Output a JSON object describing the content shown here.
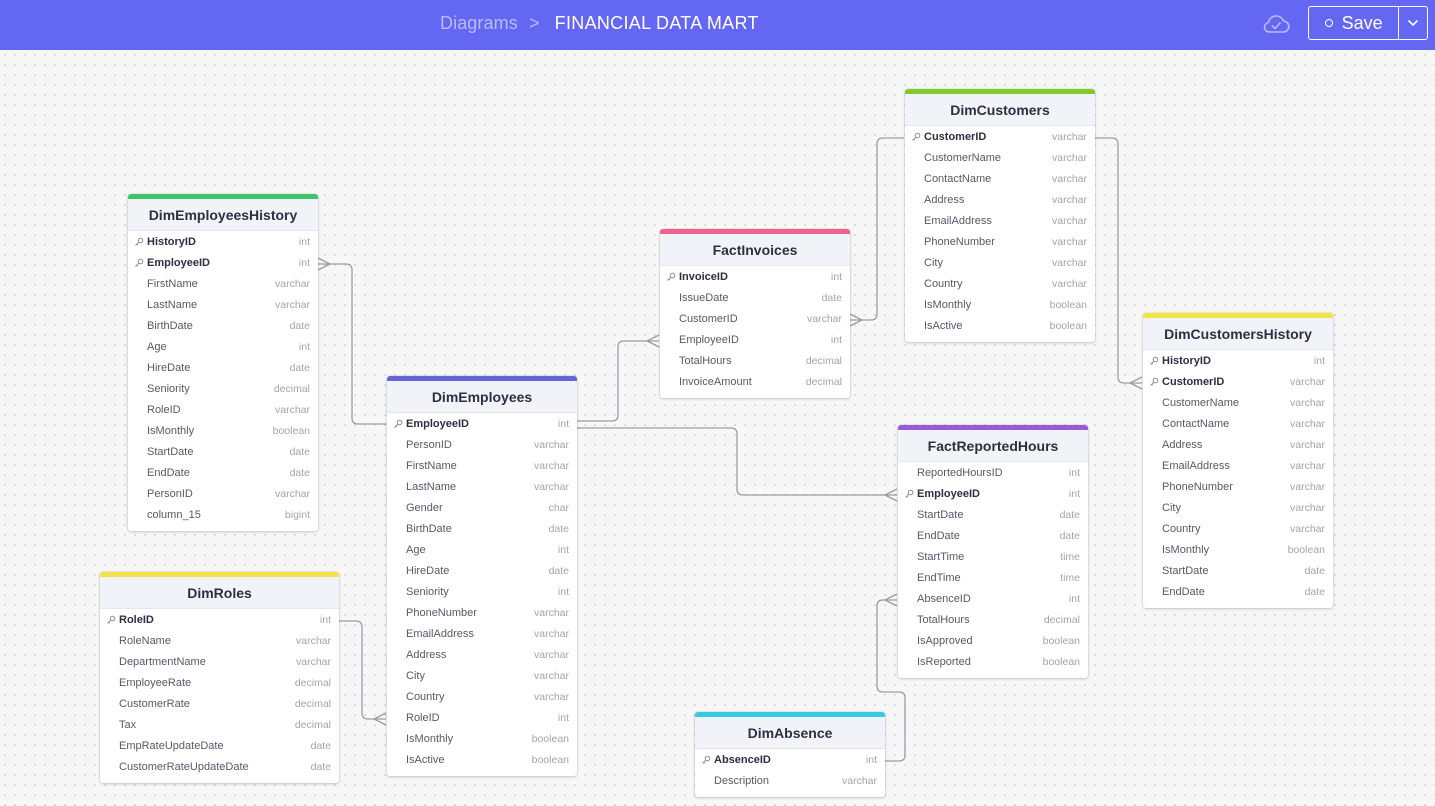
{
  "header": {
    "breadcrumb_root": "Diagrams",
    "breadcrumb_sep": ">",
    "title": "FINANCIAL DATA MART",
    "save_label": "Save",
    "icons": [
      "cloud-check-icon",
      "circle-icon",
      "chevron-down-icon",
      "key-icon"
    ]
  },
  "colors": {
    "header_bg": "#6467f2",
    "DimEmployeesHistory": "#3cc46b",
    "DimEmployees": "#6466d8",
    "FactInvoices": "#f0618f",
    "DimCustomers": "#7ecb29",
    "DimCustomersHistory": "#f2e53d",
    "FactReportedHours": "#9a5ad8",
    "DimRoles": "#f4e04b",
    "DimAbsence": "#35cbe3"
  },
  "tables": [
    {
      "name": "DimEmployeesHistory",
      "columns": [
        {
          "name": "HistoryID",
          "type": "int",
          "key": true
        },
        {
          "name": "EmployeeID",
          "type": "int",
          "key": true
        },
        {
          "name": "FirstName",
          "type": "varchar"
        },
        {
          "name": "LastName",
          "type": "varchar"
        },
        {
          "name": "BirthDate",
          "type": "date"
        },
        {
          "name": "Age",
          "type": "int"
        },
        {
          "name": "HireDate",
          "type": "date"
        },
        {
          "name": "Seniority",
          "type": "decimal"
        },
        {
          "name": "RoleID",
          "type": "varchar"
        },
        {
          "name": "IsMonthly",
          "type": "boolean"
        },
        {
          "name": "StartDate",
          "type": "date"
        },
        {
          "name": "EndDate",
          "type": "date"
        },
        {
          "name": "PersonID",
          "type": "varchar"
        },
        {
          "name": "column_15",
          "type": "bigint"
        }
      ]
    },
    {
      "name": "DimEmployees",
      "columns": [
        {
          "name": "EmployeeID",
          "type": "int",
          "key": true
        },
        {
          "name": "PersonID",
          "type": "varchar"
        },
        {
          "name": "FirstName",
          "type": "varchar"
        },
        {
          "name": "LastName",
          "type": "varchar"
        },
        {
          "name": "Gender",
          "type": "char"
        },
        {
          "name": "BirthDate",
          "type": "date"
        },
        {
          "name": "Age",
          "type": "int"
        },
        {
          "name": "HireDate",
          "type": "date"
        },
        {
          "name": "Seniority",
          "type": "int"
        },
        {
          "name": "PhoneNumber",
          "type": "varchar"
        },
        {
          "name": "EmailAddress",
          "type": "varchar"
        },
        {
          "name": "Address",
          "type": "varchar"
        },
        {
          "name": "City",
          "type": "varchar"
        },
        {
          "name": "Country",
          "type": "varchar"
        },
        {
          "name": "RoleID",
          "type": "int"
        },
        {
          "name": "IsMonthly",
          "type": "boolean"
        },
        {
          "name": "IsActive",
          "type": "boolean"
        }
      ]
    },
    {
      "name": "FactInvoices",
      "columns": [
        {
          "name": "InvoiceID",
          "type": "int",
          "key": true
        },
        {
          "name": "IssueDate",
          "type": "date"
        },
        {
          "name": "CustomerID",
          "type": "varchar"
        },
        {
          "name": "EmployeeID",
          "type": "int"
        },
        {
          "name": "TotalHours",
          "type": "decimal"
        },
        {
          "name": "InvoiceAmount",
          "type": "decimal"
        }
      ]
    },
    {
      "name": "DimCustomers",
      "columns": [
        {
          "name": "CustomerID",
          "type": "varchar",
          "key": true
        },
        {
          "name": "CustomerName",
          "type": "varchar"
        },
        {
          "name": "ContactName",
          "type": "varchar"
        },
        {
          "name": "Address",
          "type": "varchar"
        },
        {
          "name": "EmailAddress",
          "type": "varchar"
        },
        {
          "name": "PhoneNumber",
          "type": "varchar"
        },
        {
          "name": "City",
          "type": "varchar"
        },
        {
          "name": "Country",
          "type": "varchar"
        },
        {
          "name": "IsMonthly",
          "type": "boolean"
        },
        {
          "name": "IsActive",
          "type": "boolean"
        }
      ]
    },
    {
      "name": "DimCustomersHistory",
      "columns": [
        {
          "name": "HistoryID",
          "type": "int",
          "key": true
        },
        {
          "name": "CustomerID",
          "type": "varchar",
          "key": true
        },
        {
          "name": "CustomerName",
          "type": "varchar"
        },
        {
          "name": "ContactName",
          "type": "varchar"
        },
        {
          "name": "Address",
          "type": "varchar"
        },
        {
          "name": "EmailAddress",
          "type": "varchar"
        },
        {
          "name": "PhoneNumber",
          "type": "varchar"
        },
        {
          "name": "City",
          "type": "varchar"
        },
        {
          "name": "Country",
          "type": "varchar"
        },
        {
          "name": "IsMonthly",
          "type": "boolean"
        },
        {
          "name": "StartDate",
          "type": "date"
        },
        {
          "name": "EndDate",
          "type": "date"
        }
      ]
    },
    {
      "name": "FactReportedHours",
      "columns": [
        {
          "name": "ReportedHoursID",
          "type": "int"
        },
        {
          "name": "EmployeeID",
          "type": "int",
          "key": true
        },
        {
          "name": "StartDate",
          "type": "date"
        },
        {
          "name": "EndDate",
          "type": "date"
        },
        {
          "name": "StartTime",
          "type": "time"
        },
        {
          "name": "EndTime",
          "type": "time"
        },
        {
          "name": "AbsenceID",
          "type": "int"
        },
        {
          "name": "TotalHours",
          "type": "decimal"
        },
        {
          "name": "IsApproved",
          "type": "boolean"
        },
        {
          "name": "IsReported",
          "type": "boolean"
        }
      ]
    },
    {
      "name": "DimRoles",
      "columns": [
        {
          "name": "RoleID",
          "type": "int",
          "key": true
        },
        {
          "name": "RoleName",
          "type": "varchar"
        },
        {
          "name": "DepartmentName",
          "type": "varchar"
        },
        {
          "name": "EmployeeRate",
          "type": "decimal"
        },
        {
          "name": "CustomerRate",
          "type": "decimal"
        },
        {
          "name": "Tax",
          "type": "decimal"
        },
        {
          "name": "EmpRateUpdateDate",
          "type": "date"
        },
        {
          "name": "CustomerRateUpdateDate",
          "type": "date"
        }
      ]
    },
    {
      "name": "DimAbsence",
      "columns": [
        {
          "name": "AbsenceID",
          "type": "int",
          "key": true
        },
        {
          "name": "Description",
          "type": "varchar"
        }
      ]
    }
  ]
}
